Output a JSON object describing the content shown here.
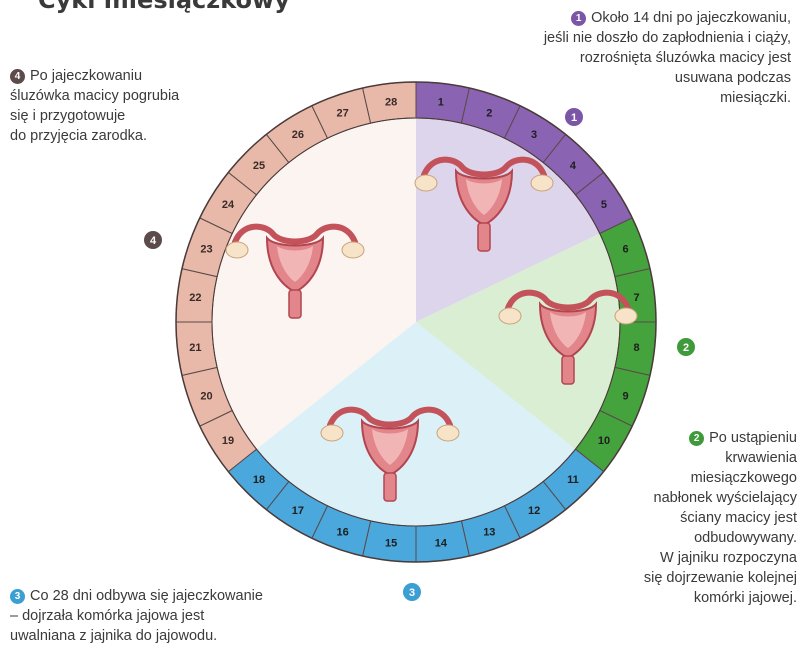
{
  "title": "Cykl miesiączkowy",
  "notes": [
    {
      "num": "1",
      "lines": [
        "Około 14 dni po jajeczkowaniu,",
        "jeśli nie doszło do zapłodnienia i ciąży,",
        "rozrośnięta śluzówka macicy jest",
        "usuwana podczas",
        "miesiączki."
      ]
    },
    {
      "num": "2",
      "lines": [
        "Po ustąpieniu",
        "krwawienia",
        "miesiączkowego",
        "nabłonek wyścielający",
        "ściany macicy jest",
        "odbudowywany.",
        "W jajniku rozpoczyna",
        "się dojrzewanie kolejnej",
        "komórki jajowej."
      ]
    },
    {
      "num": "3",
      "lines": [
        "Co 28 dni odbywa się jajeczkowanie",
        "– dojrzała komórka jajowa jest",
        "uwalniana z jajnika do jajowodu."
      ]
    },
    {
      "num": "4",
      "lines": [
        "Po jajeczkowaniu",
        "śluzówka macicy pogrubia",
        "się i przygotowuje",
        "do przyjęcia zarodka."
      ]
    }
  ],
  "phase_markers": [
    "1",
    "2",
    "3",
    "4"
  ],
  "days": [
    "1",
    "2",
    "3",
    "4",
    "5",
    "6",
    "7",
    "8",
    "9",
    "10",
    "11",
    "12",
    "13",
    "14",
    "15",
    "16",
    "17",
    "18",
    "19",
    "20",
    "21",
    "22",
    "23",
    "24",
    "25",
    "26",
    "27",
    "28"
  ],
  "phases": [
    {
      "days": [
        1,
        5
      ],
      "ring_color": "#8b63b3",
      "fill_color": "#d9d0ea"
    },
    {
      "days": [
        6,
        10
      ],
      "ring_color": "#45a33d",
      "fill_color": "#d6ecd0"
    },
    {
      "days": [
        11,
        18
      ],
      "ring_color": "#4aa8dd",
      "fill_color": "#d8eef8"
    },
    {
      "days": [
        19,
        28
      ],
      "ring_color": "#e8b9a8",
      "fill_color": "#fbf3ef"
    }
  ],
  "icons": [
    "uterus-icon",
    "uterus-icon",
    "uterus-icon",
    "uterus-icon"
  ]
}
